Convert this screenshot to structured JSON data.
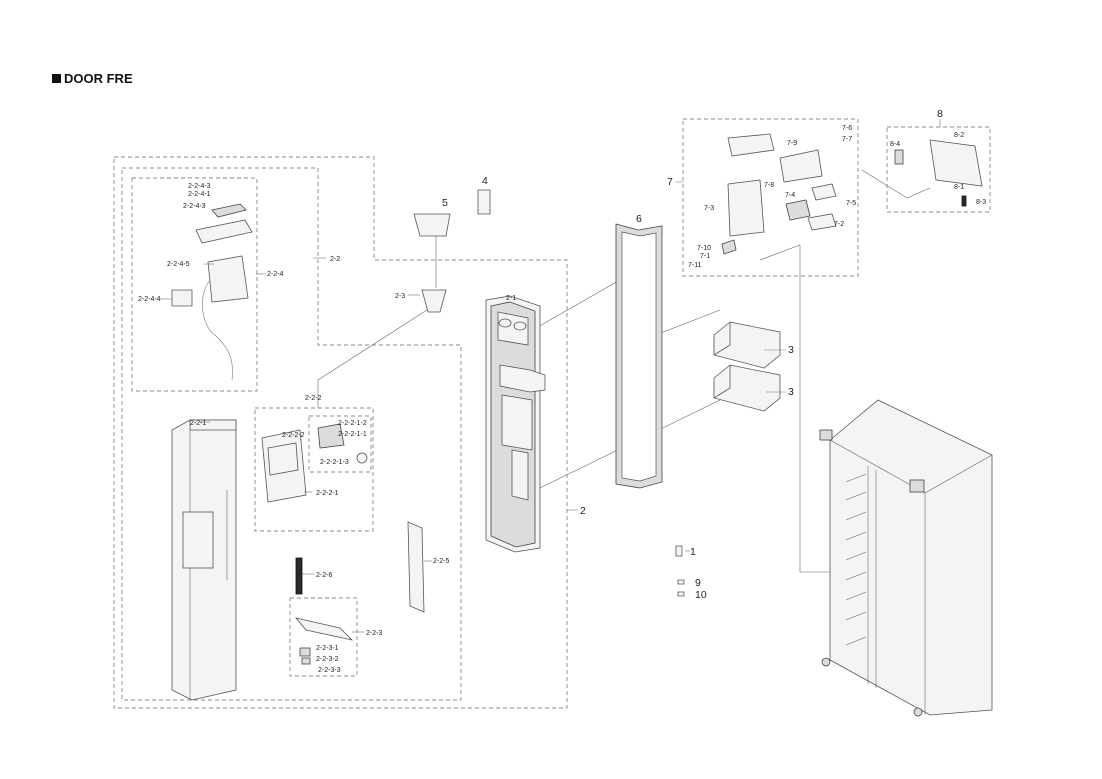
{
  "title": "DOOR FRE",
  "labels": {
    "p1": "1",
    "p2": "2",
    "p2_1": "2-1",
    "p2_2": "2-2",
    "p2_2_1": "2-2-1",
    "p2_2_2": "2-2-2",
    "p2_2_2_1": "2-2-2-1",
    "p2_2_2_1_1": "2-2-2-1-1",
    "p2_2_2_1_2": "2-2-2-1-2",
    "p2_2_2_1_3": "2-2-2-1-3",
    "p2_2_2_2": "2-2-2-2",
    "p2_2_3": "2-2-3",
    "p2_2_3_1": "2-2-3-1",
    "p2_2_3_2": "2-2-3-2",
    "p2_2_3_3": "2-2-3-3",
    "p2_2_4": "2-2-4",
    "p2_2_4_1": "2-2-4-1",
    "p2_2_4_3a": "2-2-4-3",
    "p2_2_4_3b": "2-2-4-3",
    "p2_2_4_4": "2-2-4-4",
    "p2_2_4_5": "2-2-4-5",
    "p2_2_5": "2-2-5",
    "p2_2_6": "2-2-6",
    "p2_3": "2-3",
    "p3a": "3",
    "p3b": "3",
    "p4": "4",
    "p5": "5",
    "p6": "6",
    "p7": "7",
    "p7_1": "7-1",
    "p7_2": "7-2",
    "p7_3": "7-3",
    "p7_4": "7-4",
    "p7_5": "7-5",
    "p7_6": "7-6",
    "p7_7": "7-7",
    "p7_8": "7-8",
    "p7_9": "7-9",
    "p7_10": "7-10",
    "p7_11": "7-11",
    "p8": "8",
    "p8_1": "8-1",
    "p8_2": "8-2",
    "p8_3": "8-3",
    "p8_4": "8-4",
    "p9": "9",
    "p10": "10"
  }
}
